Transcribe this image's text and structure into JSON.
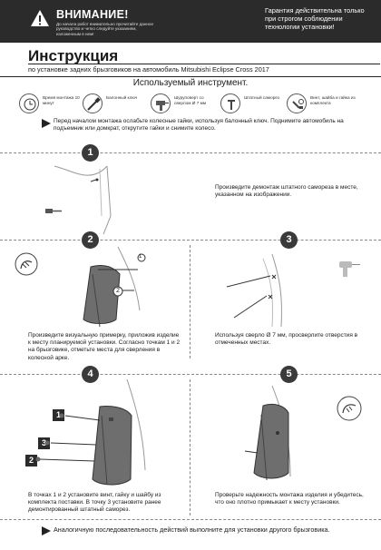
{
  "header": {
    "warning_title": "ВНИМАНИЕ!",
    "warning_sub": "До начала работ внимательно прочитайте данное руководство и четко следуйте указаниям, изложенным в нем!",
    "guarantee": "Гарантия действительна только при строгом соблюдении технологии установки!"
  },
  "title": "Инструкция",
  "subtitle": "по установке задних брызговиков на автомобиль Mitsubishi Eclipse Cross 2017",
  "tools": {
    "title": "Используемый инструмент.",
    "items": [
      {
        "label": "Время монтажа 10 минут"
      },
      {
        "label": "Балонный ключ"
      },
      {
        "label": "Шуруповерт со сверлом Ø 7 мм"
      },
      {
        "label": "Штатный саморез"
      },
      {
        "label": "Винт, шайба и гайка из комплекта"
      }
    ]
  },
  "pre_note": "Перед началом монтажа ослабьте колесные гайки, используя балонный ключ. Поднимите автомобиль на подъемник или домкрат, открутите гайки и снимите колесо.",
  "steps": [
    {
      "num": "1",
      "text": "Произведите демонтаж штатного самореза в месте, указанном на изображении."
    },
    {
      "num": "2",
      "text": "Произведите визуальную примерку, приложив изделие к месту планируемой установки. Согласно точкам 1 и 2 на брызговике, отметьте места для сверления в колесной арке.",
      "point1": "1",
      "point2": "2"
    },
    {
      "num": "3",
      "text": "Используя сверло Ø 7 мм, просверлите отверстия в отмеченных местах."
    },
    {
      "num": "4",
      "text": "В точках 1 и 2 установите  винт, гайку и шайбу из комплекта поставки. В точку 3 установите ранее демонтированный штатный саморез.",
      "points": [
        "1",
        "3",
        "2"
      ]
    },
    {
      "num": "5",
      "text": "Проверьте надежность монтажа изделия и убедитесь, что оно плотно примыкает к месту установки."
    }
  ],
  "final_note": "Аналогичную последовательность действий выполните для установки другого брызговика."
}
